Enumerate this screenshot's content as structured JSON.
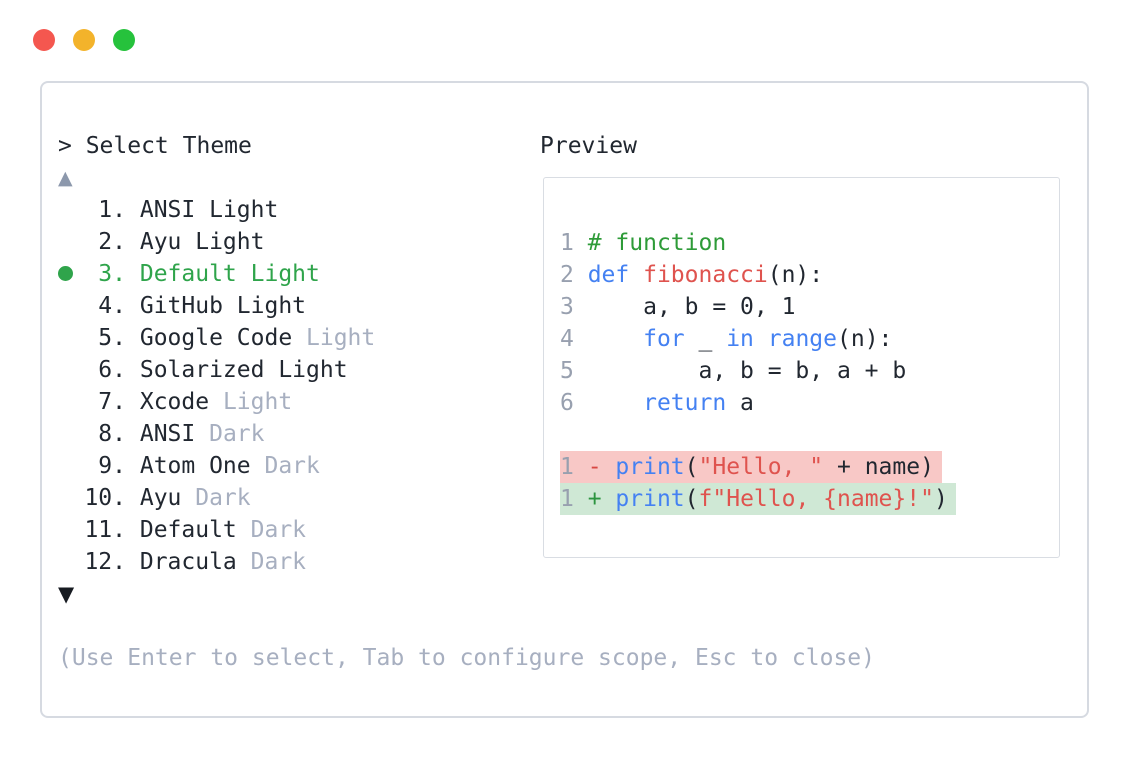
{
  "window": {
    "controls": [
      {
        "name": "close",
        "color": "#f4574f"
      },
      {
        "name": "minimize",
        "color": "#f3b32b"
      },
      {
        "name": "maximize",
        "color": "#26c23c"
      }
    ]
  },
  "theme_picker": {
    "prompt": "> Select Theme",
    "scroll_up_glyph": "▲",
    "scroll_down_glyph": "▼",
    "items": [
      {
        "number": "1.",
        "name": "ANSI",
        "suffix": "Light",
        "suffix_muted": false,
        "selected": false
      },
      {
        "number": "2.",
        "name": "Ayu",
        "suffix": "Light",
        "suffix_muted": false,
        "selected": false
      },
      {
        "number": "3.",
        "name": "Default",
        "suffix": "Light",
        "suffix_muted": false,
        "selected": true
      },
      {
        "number": "4.",
        "name": "GitHub",
        "suffix": "Light",
        "suffix_muted": false,
        "selected": false
      },
      {
        "number": "5.",
        "name": "Google Code",
        "suffix": "Light",
        "suffix_muted": true,
        "selected": false
      },
      {
        "number": "6.",
        "name": "Solarized",
        "suffix": "Light",
        "suffix_muted": false,
        "selected": false
      },
      {
        "number": "7.",
        "name": "Xcode",
        "suffix": "Light",
        "suffix_muted": true,
        "selected": false
      },
      {
        "number": "8.",
        "name": "ANSI",
        "suffix": "Dark",
        "suffix_muted": true,
        "selected": false
      },
      {
        "number": "9.",
        "name": "Atom One",
        "suffix": "Dark",
        "suffix_muted": true,
        "selected": false
      },
      {
        "number": "10.",
        "name": "Ayu",
        "suffix": "Dark",
        "suffix_muted": true,
        "selected": false
      },
      {
        "number": "11.",
        "name": "Default",
        "suffix": "Dark",
        "suffix_muted": true,
        "selected": false
      },
      {
        "number": "12.",
        "name": "Dracula",
        "suffix": "Dark",
        "suffix_muted": true,
        "selected": false
      }
    ],
    "hint": "(Use Enter to select, Tab to configure scope, Esc to close)"
  },
  "preview": {
    "label": "Preview",
    "lines": [
      {
        "num": "1",
        "type": "code",
        "tokens": [
          [
            "# function",
            "comment"
          ]
        ]
      },
      {
        "num": "2",
        "type": "code",
        "tokens": [
          [
            "def",
            "kw"
          ],
          [
            " ",
            "plain"
          ],
          [
            "fibonacci",
            "fn"
          ],
          [
            "(n):",
            "plain"
          ]
        ]
      },
      {
        "num": "3",
        "type": "code",
        "tokens": [
          [
            "    a, b = 0, 1",
            "plain"
          ]
        ]
      },
      {
        "num": "4",
        "type": "code",
        "tokens": [
          [
            "    ",
            "plain"
          ],
          [
            "for",
            "kw"
          ],
          [
            " _ ",
            "plain"
          ],
          [
            "in",
            "kw"
          ],
          [
            " ",
            "plain"
          ],
          [
            "range",
            "kw"
          ],
          [
            "(n):",
            "plain"
          ]
        ]
      },
      {
        "num": "5",
        "type": "code",
        "tokens": [
          [
            "        a, b = b, a + b",
            "plain"
          ]
        ]
      },
      {
        "num": "6",
        "type": "code",
        "tokens": [
          [
            "    ",
            "plain"
          ],
          [
            "return",
            "kw"
          ],
          [
            " a",
            "plain"
          ]
        ]
      },
      {
        "num": "",
        "type": "blank",
        "tokens": []
      },
      {
        "num": "1",
        "type": "removed",
        "tokens": [
          [
            "-",
            "minus"
          ],
          [
            " ",
            "plain"
          ],
          [
            "print",
            "kw"
          ],
          [
            "(",
            "plain"
          ],
          [
            "\"Hello, \"",
            "str"
          ],
          [
            " + name)",
            "plain"
          ]
        ]
      },
      {
        "num": "1",
        "type": "added",
        "tokens": [
          [
            "+",
            "plus"
          ],
          [
            " ",
            "plain"
          ],
          [
            "print",
            "kw"
          ],
          [
            "(",
            "plain"
          ],
          [
            "f\"Hello, {name}!\"",
            "str"
          ],
          [
            ")",
            "plain"
          ]
        ]
      }
    ]
  },
  "colors": {
    "text_primary": "#212730",
    "text_muted": "#a7afc0",
    "accent_selected_green": "#2fa44b",
    "keyword_blue": "#4481f2",
    "string_red": "#df534e",
    "comment_green": "#2e9b38",
    "diff_minus_red": "#d84742",
    "diff_plus_green": "#2c9440",
    "diff_removed_bg": "#f8c8c6",
    "diff_added_bg": "#cfe8d5",
    "line_number_gray": "#98a0af",
    "panel_border": "#d6dae1",
    "traffic_red": "#f4574f",
    "traffic_yellow": "#f3b32b",
    "traffic_green": "#26c23c"
  }
}
